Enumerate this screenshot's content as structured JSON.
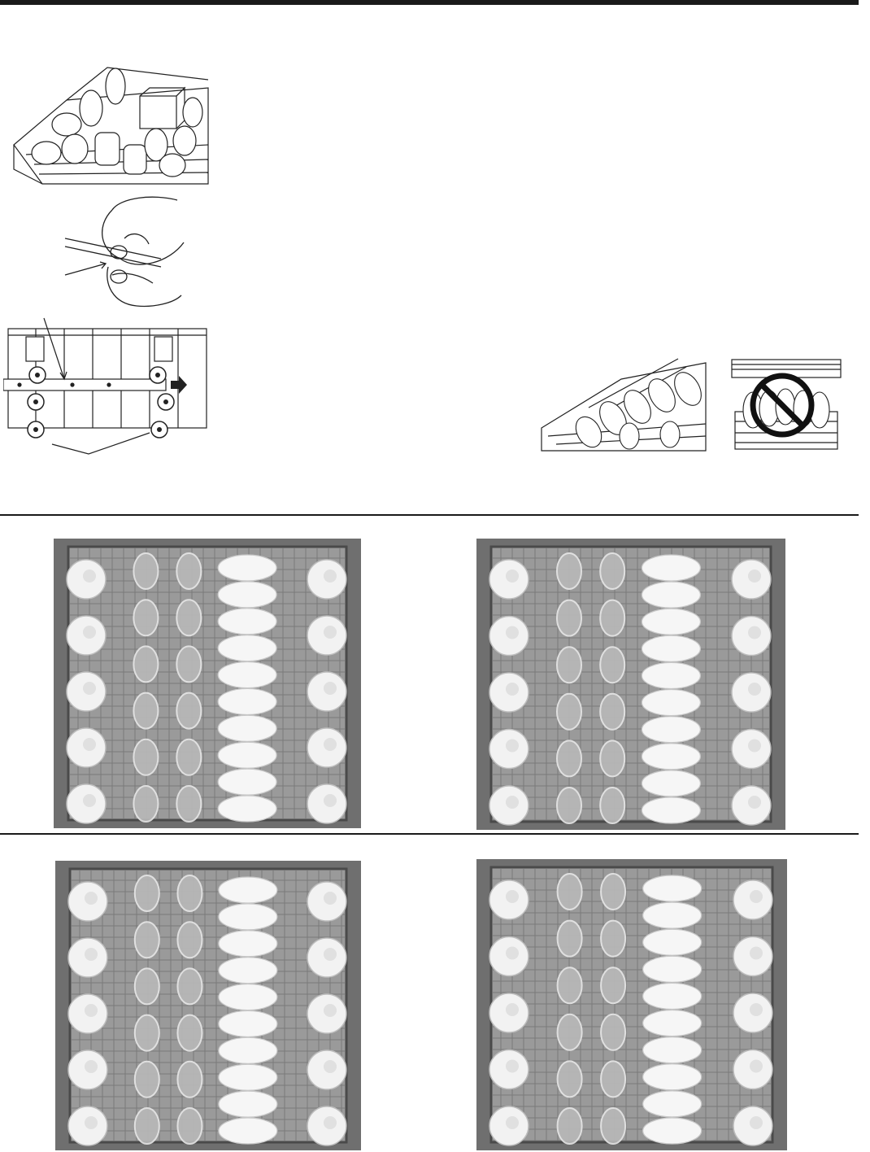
{
  "page": {
    "illustrations": [
      {
        "name": "upper-rack-loaded-illustration",
        "icon": "dish-rack-drawing"
      },
      {
        "name": "hand-adjusting-rack-illustration",
        "icon": "hand-clip-drawing"
      },
      {
        "name": "rack-height-rails-illustration",
        "icon": "rack-rail-wheels-drawing"
      },
      {
        "name": "tilted-plate-loading-illustration",
        "icon": "tilted-plates-drawing"
      },
      {
        "name": "incorrect-loading-illustration",
        "icon": "prohibited-sign-icon"
      }
    ],
    "photos": [
      {
        "name": "upper-rack-photo-1",
        "icon": "dish-rack-photo"
      },
      {
        "name": "upper-rack-photo-2",
        "icon": "dish-rack-photo"
      },
      {
        "name": "upper-rack-photo-3",
        "icon": "dish-rack-photo"
      },
      {
        "name": "upper-rack-photo-4",
        "icon": "dish-rack-photo"
      }
    ],
    "colors": {
      "rule": "#1a1a1a",
      "photo_background": "#8d8d8d",
      "dish_white": "#f4f4f4",
      "line_art": "#222222"
    }
  }
}
